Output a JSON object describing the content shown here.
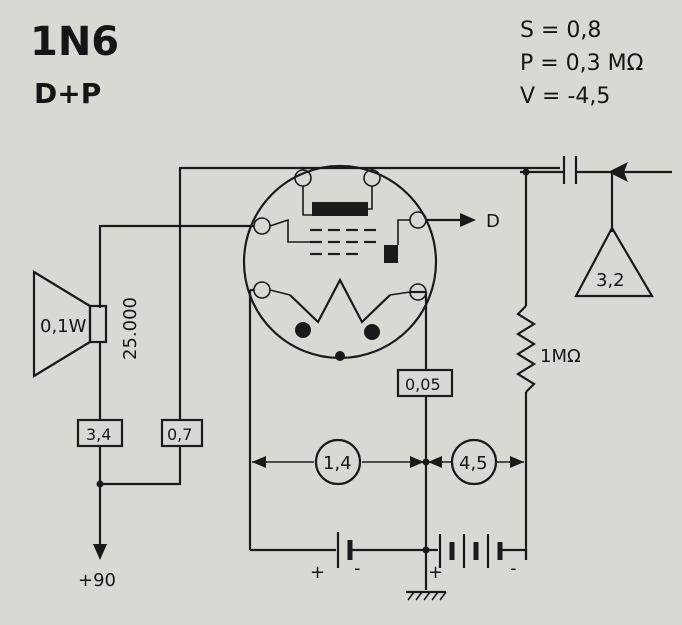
{
  "header": {
    "tube": "1N6",
    "function": "D+P"
  },
  "params": {
    "s": "S = 0,8",
    "rho": "P = 0,3 MΩ",
    "v": "V = -4,5"
  },
  "labels": {
    "speaker_power": "0,1W",
    "transformer_impedance": "25.000",
    "current_34": "3,4",
    "current_07": "0,7",
    "current_005": "0,05",
    "voltage_14": "1,4",
    "voltage_45": "4,5",
    "input_signal": "3,2",
    "resistor": "1MΩ",
    "diode_output": "D",
    "supply": "+90",
    "plus1": "+",
    "minus1": "-",
    "plus2": "+",
    "minus2": "-"
  }
}
